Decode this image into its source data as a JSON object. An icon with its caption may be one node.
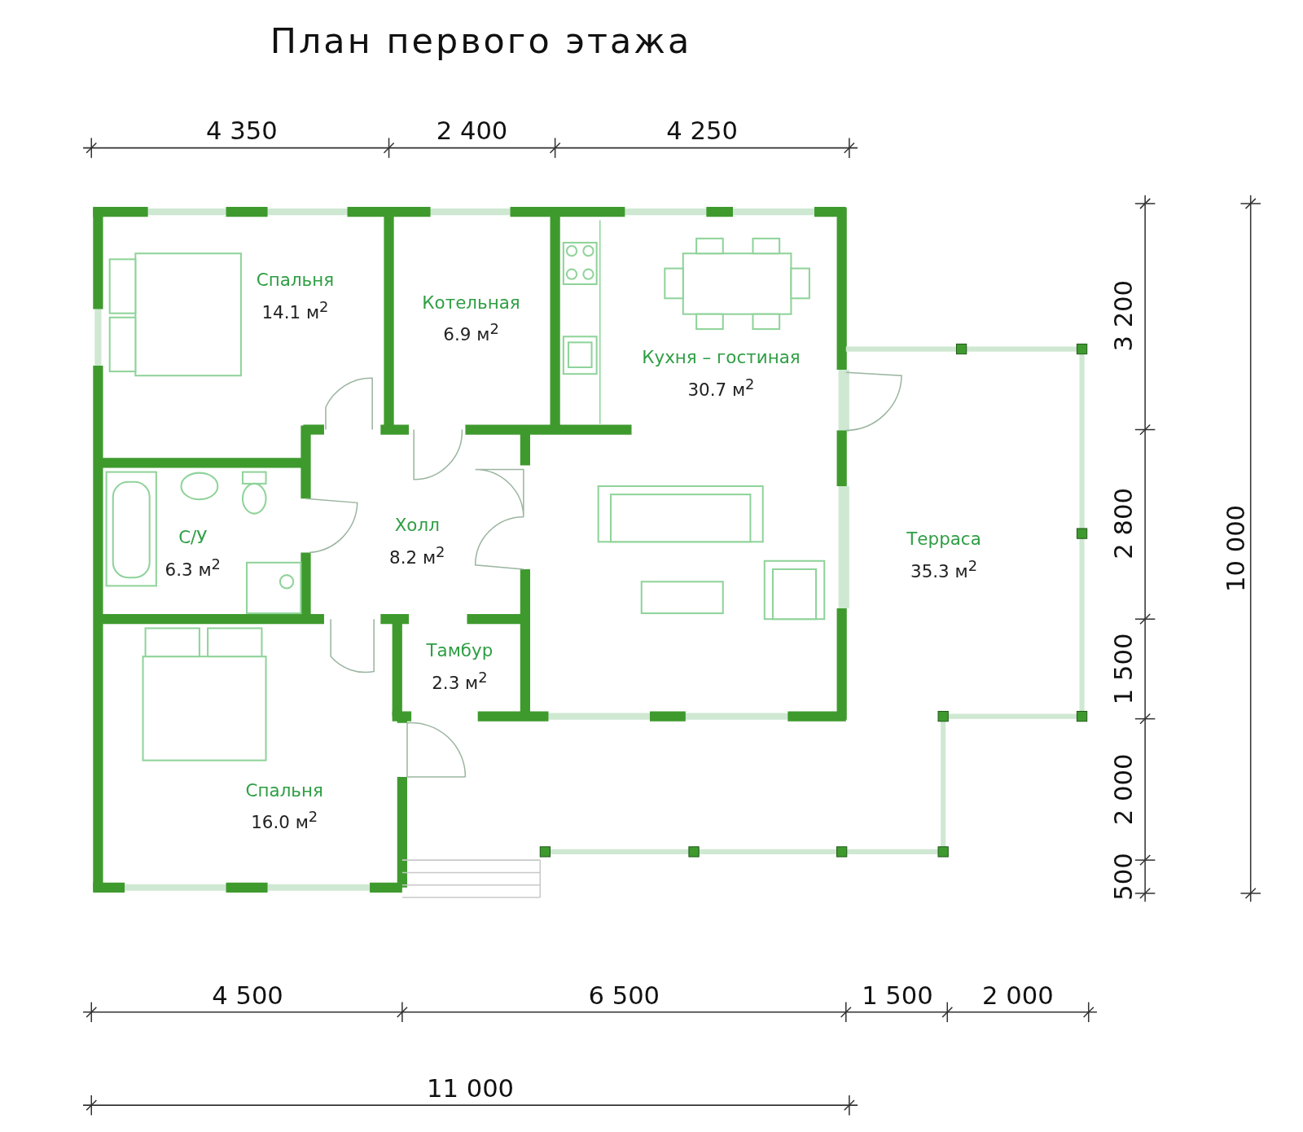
{
  "diagram": {
    "title": "План первого этажа",
    "nodes": [
      {
        "text": [
          "Спальня",
          "14.1 м$^{2}$"
        ]
      },
      {
        "text": [
          "Котельная",
          "6.9 м$^{2}$"
        ]
      },
      {
        "text": [
          "Кухня – гостиная",
          "30.7 м$^{2}$"
        ]
      },
      {
        "text": [
          "С/У",
          "6.3 м$^{2}$"
        ]
      },
      {
        "text": [
          "Холл",
          "8.2 м$^{2}$"
        ]
      },
      {
        "text": [
          "Терраса",
          "35.3 м$^{2}$"
        ]
      },
      {
        "text": [
          "Тамбур",
          "2.3 м$^{2}$"
        ]
      },
      {
        "text": [
          "Спальня",
          "16.0 м$^{2}$"
        ]
      }
    ],
    "labels": [
      "4 350",
      "2 400",
      "4 250",
      "3 200",
      "2 800",
      "1 500",
      "2 000",
      "500",
      "10 000",
      "4 500",
      "6 500",
      "1 500",
      "2 000",
      "11 000"
    ]
  }
}
